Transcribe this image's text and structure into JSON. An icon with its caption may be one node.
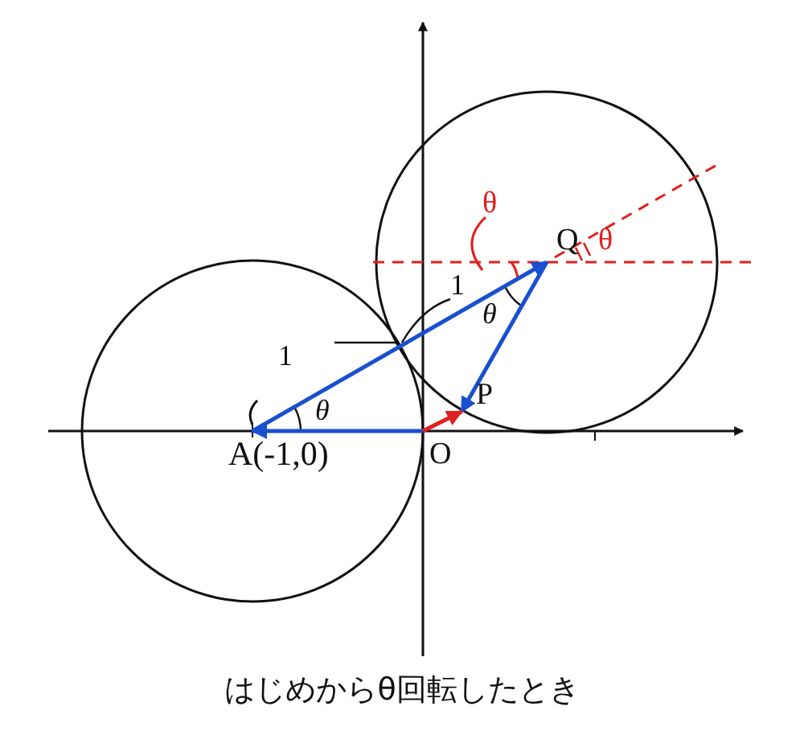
{
  "diagram": {
    "caption": "はじめからθ回転したとき",
    "nodes": [
      {
        "text": [
          "A(-1,0)"
        ]
      },
      {
        "text": [
          "O"
        ]
      },
      {
        "text": [
          "P"
        ]
      },
      {
        "text": [
          "Q"
        ]
      }
    ],
    "edges": [
      {
        "from": 0,
        "to": 3,
        "arrow": "to"
      },
      {
        "from": 3,
        "to": 2,
        "arrow": "to"
      },
      {
        "from": 1,
        "to": 0,
        "arrow": "to"
      },
      {
        "from": 1,
        "to": 2,
        "arrow": "to",
        "color": "#e02020"
      }
    ],
    "labels": [
      "θ",
      "θ",
      "1",
      "1",
      "θ",
      "θ"
    ]
  }
}
